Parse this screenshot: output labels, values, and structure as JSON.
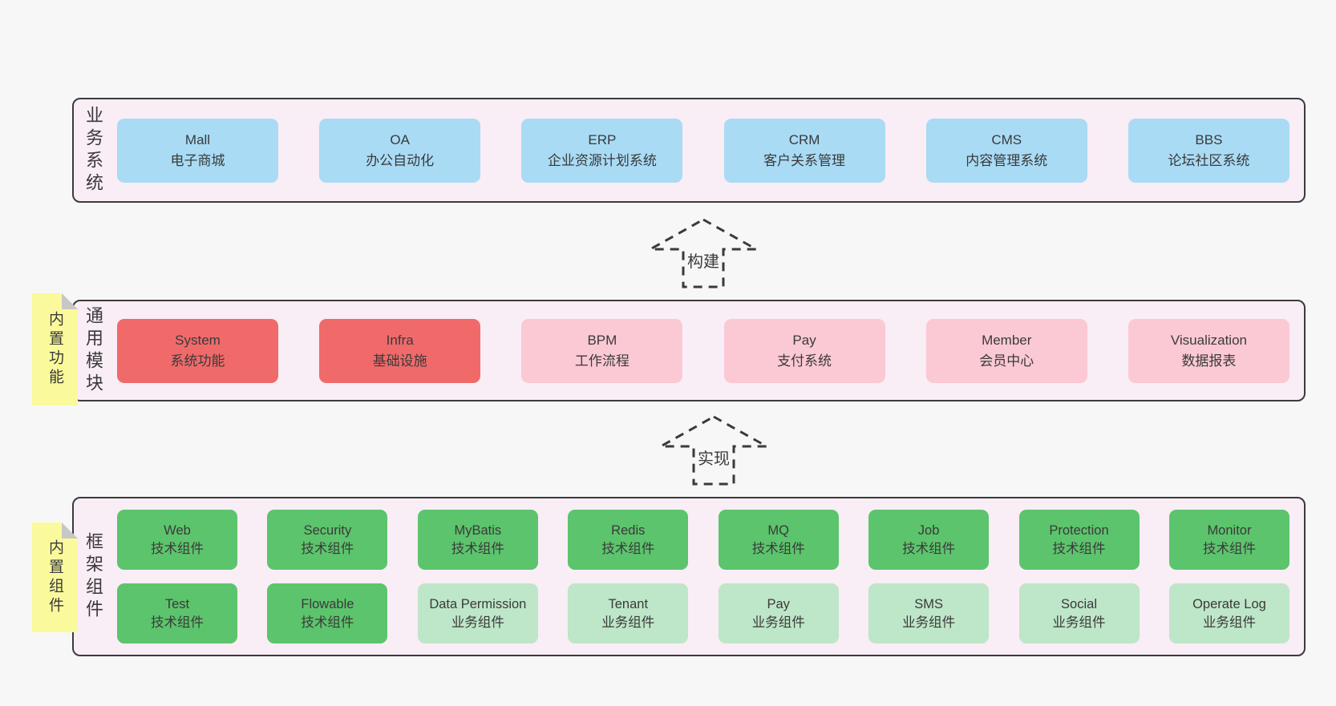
{
  "colors": {
    "page_bg": "#f7f7f7",
    "layer_bg": "#f9edf6",
    "layer_border": "#3b3b3b",
    "blue_box": "#a9dbf5",
    "red_box": "#f06a6a",
    "pink_box": "#fbc9d4",
    "green_box": "#5cc46c",
    "light_green_box": "#bee6c8",
    "note_bg": "#fafa9d",
    "note_fold": "#c7c7c7",
    "text": "#3a3a3a"
  },
  "arrows": {
    "build": "构建",
    "implement": "实现"
  },
  "layers": {
    "business": {
      "label": "业务系统",
      "boxes": [
        {
          "title": "Mall",
          "subtitle": "电子商城"
        },
        {
          "title": "OA",
          "subtitle": "办公自动化"
        },
        {
          "title": "ERP",
          "subtitle": "企业资源计划系统"
        },
        {
          "title": "CRM",
          "subtitle": "客户关系管理"
        },
        {
          "title": "CMS",
          "subtitle": "内容管理系统"
        },
        {
          "title": "BBS",
          "subtitle": "论坛社区系统"
        }
      ]
    },
    "modules": {
      "label": "通用模块",
      "note": "内置功能",
      "boxes": [
        {
          "title": "System",
          "subtitle": "系统功能"
        },
        {
          "title": "Infra",
          "subtitle": "基础设施"
        },
        {
          "title": "BPM",
          "subtitle": "工作流程"
        },
        {
          "title": "Pay",
          "subtitle": "支付系统"
        },
        {
          "title": "Member",
          "subtitle": "会员中心"
        },
        {
          "title": "Visualization",
          "subtitle": "数据报表"
        }
      ]
    },
    "framework": {
      "label": "框架组件",
      "note": "内置组件",
      "row1": [
        {
          "title": "Web",
          "subtitle": "技术组件"
        },
        {
          "title": "Security",
          "subtitle": "技术组件"
        },
        {
          "title": "MyBatis",
          "subtitle": "技术组件"
        },
        {
          "title": "Redis",
          "subtitle": "技术组件"
        },
        {
          "title": "MQ",
          "subtitle": "技术组件"
        },
        {
          "title": "Job",
          "subtitle": "技术组件"
        },
        {
          "title": "Protection",
          "subtitle": "技术组件"
        },
        {
          "title": "Monitor",
          "subtitle": "技术组件"
        }
      ],
      "row2": [
        {
          "title": "Test",
          "subtitle": "技术组件"
        },
        {
          "title": "Flowable",
          "subtitle": "技术组件"
        },
        {
          "title": "Data Permission",
          "subtitle": "业务组件"
        },
        {
          "title": "Tenant",
          "subtitle": "业务组件"
        },
        {
          "title": "Pay",
          "subtitle": "业务组件"
        },
        {
          "title": "SMS",
          "subtitle": "业务组件"
        },
        {
          "title": "Social",
          "subtitle": "业务组件"
        },
        {
          "title": "Operate Log",
          "subtitle": "业务组件"
        }
      ]
    }
  }
}
